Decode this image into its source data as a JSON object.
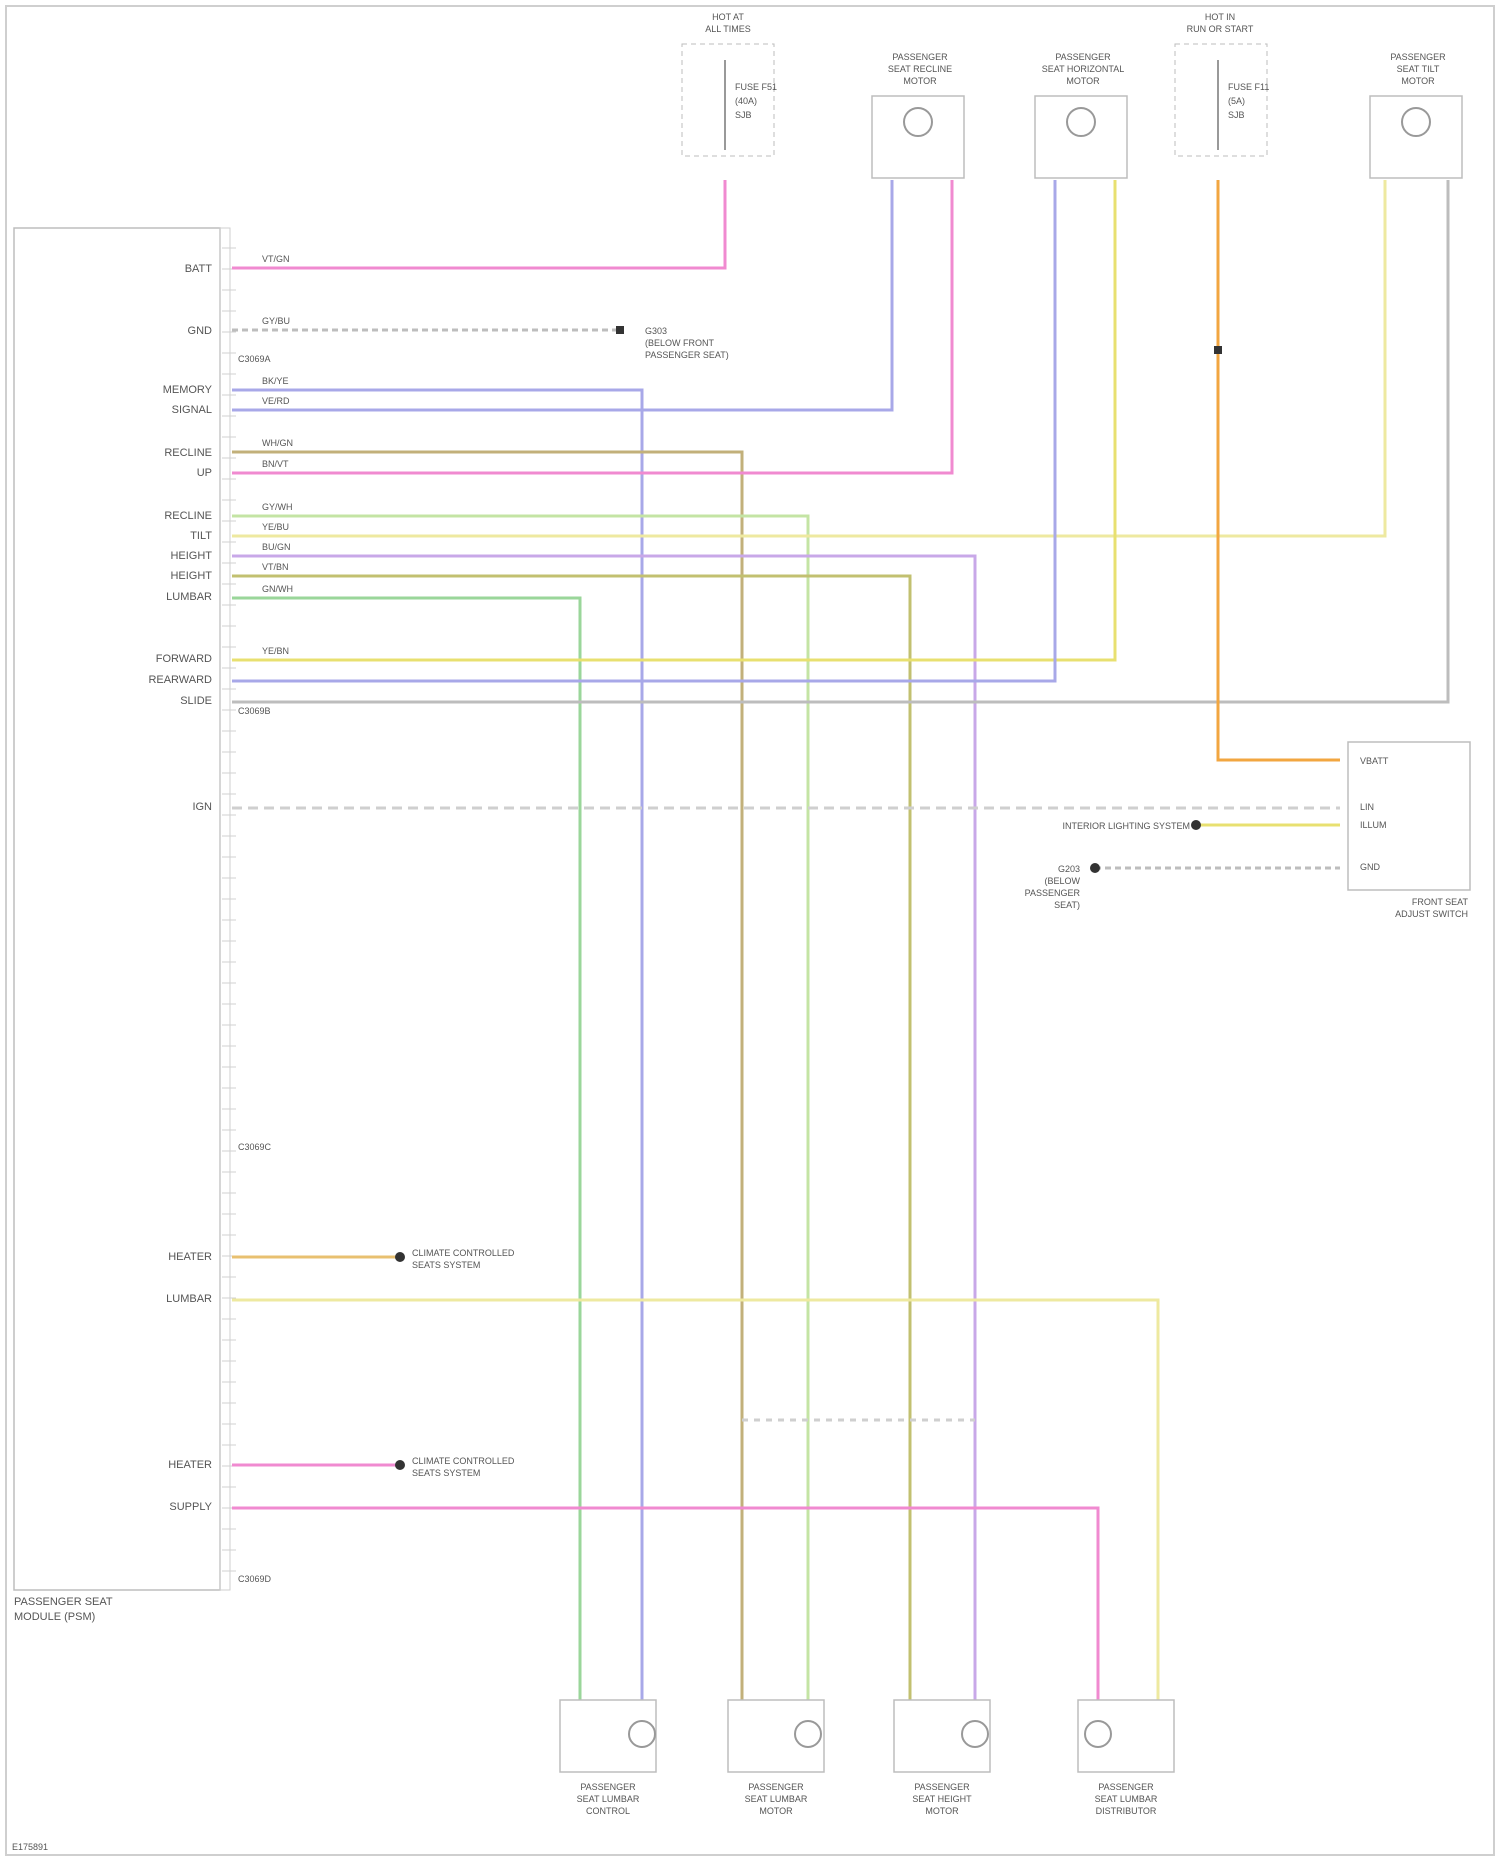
{
  "module": {
    "name_lines": [
      "PASSENGER SEAT",
      "MODULE (PSM)"
    ],
    "pins_left": [
      {
        "label": "BATT"
      },
      {
        "label": "GND"
      },
      {
        "label": "MEMORY"
      },
      {
        "label": "SIGNAL"
      },
      {
        "label": "RECLINE"
      },
      {
        "label": "UP"
      },
      {
        "label": "RECLINE"
      },
      {
        "label": "TILT"
      },
      {
        "label": "HEIGHT"
      },
      {
        "label": "HEIGHT"
      },
      {
        "label": "LUMBAR"
      },
      {
        "label": "FORWARD"
      },
      {
        "label": "REARWARD"
      },
      {
        "label": "SLIDE"
      },
      {
        "label": "IGN"
      },
      {
        "label": "HEATER"
      },
      {
        "label": "LUMBAR"
      },
      {
        "label": "HEATER"
      },
      {
        "label": "SUPPLY"
      }
    ],
    "connector_labels": [
      "C3069A",
      "C3069B",
      "C3069C",
      "C3069D"
    ]
  },
  "top_components": [
    {
      "id": "fuse_left",
      "lines": [
        "FUSE F51",
        "(40A)",
        "SJB"
      ],
      "side_text": [
        "HOT AT",
        "ALL TIMES"
      ]
    },
    {
      "id": "motor_recline",
      "lines": [
        "PASSENGER",
        "SEAT RECLINE",
        "MOTOR"
      ]
    },
    {
      "id": "motor_horizontal",
      "lines": [
        "PASSENGER",
        "SEAT HORIZONTAL",
        "MOTOR"
      ]
    },
    {
      "id": "fuse_right",
      "lines": [
        "FUSE F11",
        "(5A)",
        "SJB"
      ],
      "side_text": [
        "HOT IN",
        "RUN OR START"
      ]
    },
    {
      "id": "motor_tilt",
      "lines": [
        "PASSENGER",
        "SEAT TILT",
        "MOTOR"
      ]
    }
  ],
  "switch_box": {
    "name_lines": [
      "FRONT SEAT",
      "ADJUST SWITCH"
    ],
    "pins": [
      "VBATT",
      "LIN",
      "ILLUM",
      "GND"
    ],
    "ground_note": [
      "G203",
      "(BELOW",
      "PASSENGER",
      "SEAT)"
    ],
    "illum_note": "INTERIOR LIGHTING SYSTEM"
  },
  "ground_note_module": [
    "G303",
    "(BELOW FRONT",
    "PASSENGER SEAT)"
  ],
  "heater_notes": [
    "CLIMATE CONTROLLED",
    "SEATS SYSTEM"
  ],
  "bottom_components": [
    {
      "id": "lumbar_left",
      "lines": [
        "PASSENGER",
        "SEAT LUMBAR",
        "CONTROL"
      ]
    },
    {
      "id": "lumbar_mid",
      "lines": [
        "PASSENGER",
        "SEAT LUMBAR",
        "MOTOR"
      ]
    },
    {
      "id": "height_motor",
      "lines": [
        "PASSENGER",
        "SEAT HEIGHT",
        "MOTOR"
      ]
    },
    {
      "id": "lumbar_right",
      "lines": [
        "PASSENGER",
        "SEAT LUMBAR",
        "DISTRIBUTOR"
      ]
    }
  ],
  "wire_labels": [
    "VT/GN",
    "GY/BU",
    "BK/YE",
    "VE/RD",
    "WH/GN",
    "BN/VT",
    "GY/WH",
    "YE/BU",
    "BU/GN",
    "VT/BN",
    "GN/WH",
    "YE/BN"
  ],
  "footer_code": "E175891",
  "colors": {
    "pink": "#f08ad0",
    "violet": "#a8a8e8",
    "green": "#9ad69a",
    "yellow": "#e8e070",
    "orange": "#f2a640",
    "olive": "#c2b07a",
    "gray": "#bdbdbd",
    "lightyellow": "#eee9a0",
    "lightgreen": "#c4e4a4"
  }
}
